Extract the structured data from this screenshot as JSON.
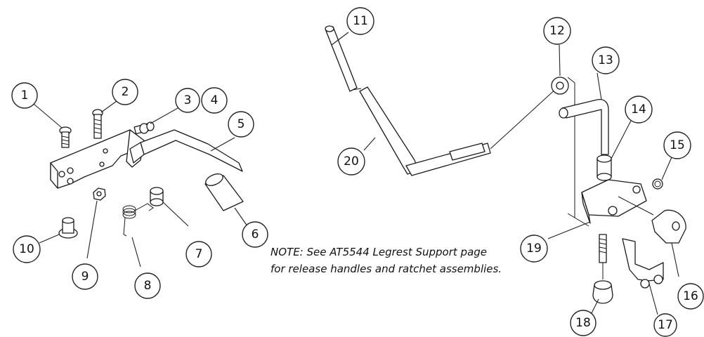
{
  "callouts": {
    "c1": "1",
    "c2": "2",
    "c3": "3",
    "c4": "4",
    "c5": "5",
    "c6": "6",
    "c7": "7",
    "c8": "8",
    "c9": "9",
    "c10": "10",
    "c11": "11",
    "c12": "12",
    "c13": "13",
    "c14": "14",
    "c15": "15",
    "c16": "16",
    "c17": "17",
    "c18": "18",
    "c19": "19",
    "c20": "20"
  },
  "note": {
    "line1": "NOTE: See AT5544 Legrest Support page",
    "line2": "for release handles and ratchet assemblies."
  }
}
